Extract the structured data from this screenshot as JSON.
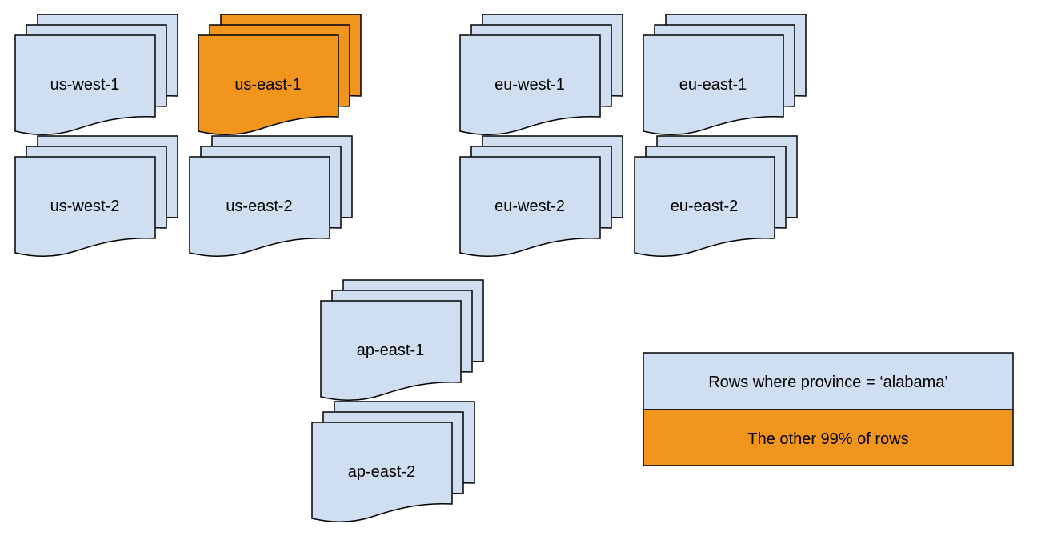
{
  "colors": {
    "default_fill": "#cfdef0",
    "highlight_fill": "#f2951c",
    "stroke": "#000000"
  },
  "stacks": [
    {
      "label": "us-west-1",
      "highlighted": false
    },
    {
      "label": "us-east-1",
      "highlighted": true
    },
    {
      "label": "us-west-2",
      "highlighted": false
    },
    {
      "label": "us-east-2",
      "highlighted": false
    },
    {
      "label": "eu-west-1",
      "highlighted": false
    },
    {
      "label": "eu-east-1",
      "highlighted": false
    },
    {
      "label": "eu-west-2",
      "highlighted": false
    },
    {
      "label": "eu-east-2",
      "highlighted": false
    },
    {
      "label": "ap-east-1",
      "highlighted": false
    },
    {
      "label": "ap-east-2",
      "highlighted": false
    }
  ],
  "legend": {
    "items": [
      {
        "label": "Rows where province = ‘alabama’",
        "color": "#cfdef0"
      },
      {
        "label": "The other 99% of rows",
        "color": "#f2951c"
      }
    ]
  }
}
